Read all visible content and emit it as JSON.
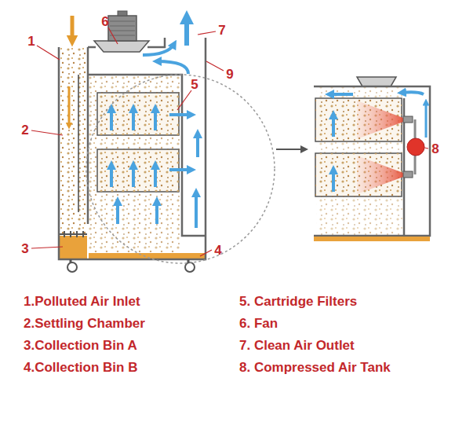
{
  "diagram": {
    "labels": [
      "1",
      "6",
      "7",
      "9",
      "5",
      "2",
      "3",
      "4",
      "8",
      "1.Polluted Air Inlet",
      "5. Cartridge Filters",
      "2.Settling Chamber",
      "6. Fan",
      "3.Collection Bin A",
      "7. Clean Air Outlet",
      "4.Collection Bin B",
      "8. Compressed Air Tank"
    ]
  }
}
